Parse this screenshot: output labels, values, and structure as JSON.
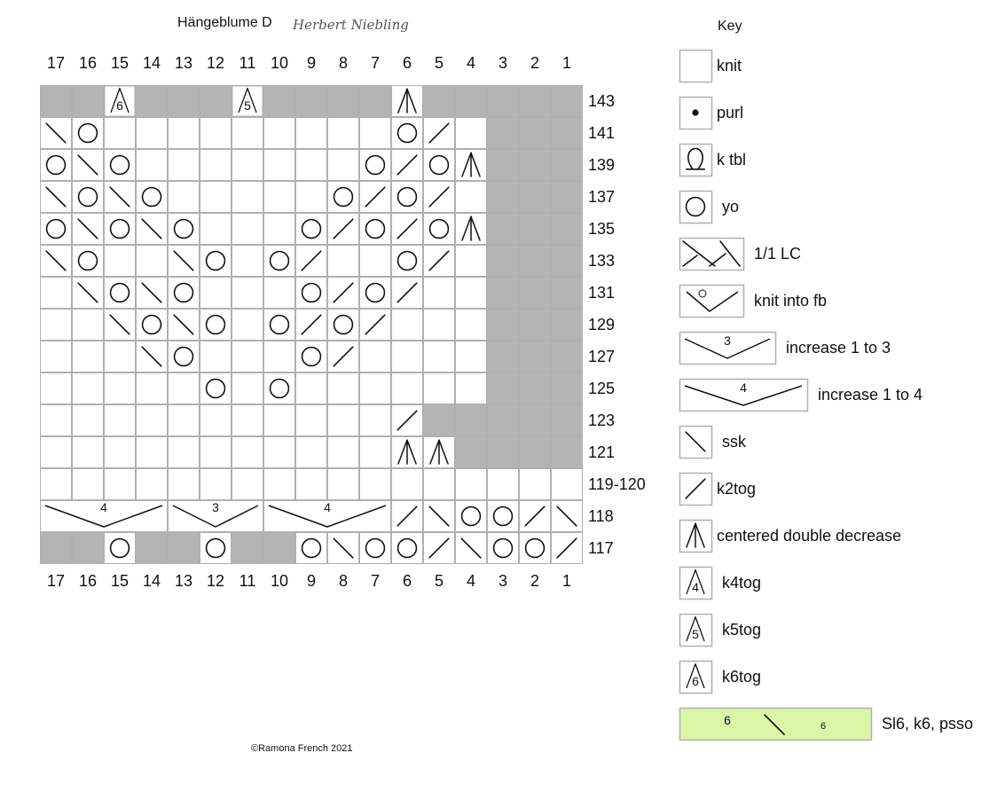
{
  "header": {
    "title": "Hängeblume D",
    "designer": "Herbert Niebling"
  },
  "chart": {
    "columns_top": [
      "17",
      "16",
      "15",
      "14",
      "13",
      "12",
      "11",
      "10",
      "9",
      "8",
      "7",
      "6",
      "5",
      "4",
      "3",
      "2",
      "1"
    ],
    "columns_bottom": [
      "17",
      "16",
      "15",
      "14",
      "13",
      "12",
      "11",
      "10",
      "9",
      "8",
      "7",
      "6",
      "5",
      "4",
      "3",
      "2",
      "1"
    ],
    "rows": [
      {
        "label": "143",
        "cells": [
          "X",
          "X",
          "k6tog",
          "X",
          "X",
          "X",
          "k5tog",
          "X",
          "X",
          "X",
          "X",
          "cdd",
          "X",
          "X",
          "X",
          "X",
          "X"
        ]
      },
      {
        "label": "141",
        "cells": [
          "ssk",
          "yo",
          "",
          "",
          "",
          "",
          "",
          "",
          "",
          "",
          "",
          "yo",
          "k2tog",
          "",
          "X",
          "X",
          "X"
        ]
      },
      {
        "label": "139",
        "cells": [
          "yo",
          "ssk",
          "yo",
          "",
          "",
          "",
          "",
          "",
          "",
          "",
          "yo",
          "k2tog",
          "yo",
          "cdd",
          "X",
          "X",
          "X"
        ]
      },
      {
        "label": "137",
        "cells": [
          "ssk",
          "yo",
          "ssk",
          "yo",
          "",
          "",
          "",
          "",
          "",
          "yo",
          "k2tog",
          "yo",
          "k2tog",
          "",
          "X",
          "X",
          "X"
        ]
      },
      {
        "label": "135",
        "cells": [
          "yo",
          "ssk",
          "yo",
          "ssk",
          "yo",
          "",
          "",
          "",
          "yo",
          "k2tog",
          "yo",
          "k2tog",
          "yo",
          "cdd",
          "X",
          "X",
          "X"
        ]
      },
      {
        "label": "133",
        "cells": [
          "ssk",
          "yo",
          "",
          "",
          "ssk",
          "yo",
          "",
          "yo",
          "k2tog",
          "",
          "",
          "yo",
          "k2tog",
          "",
          "X",
          "X",
          "X"
        ]
      },
      {
        "label": "131",
        "cells": [
          "",
          "ssk",
          "yo",
          "ssk",
          "yo",
          "",
          "",
          "",
          "yo",
          "k2tog",
          "yo",
          "k2tog",
          "",
          "",
          "X",
          "X",
          "X"
        ]
      },
      {
        "label": "129",
        "cells": [
          "",
          "",
          "ssk",
          "yo",
          "ssk",
          "yo",
          "",
          "yo",
          "k2tog",
          "yo",
          "k2tog",
          "",
          "",
          "",
          "X",
          "X",
          "X"
        ]
      },
      {
        "label": "127",
        "cells": [
          "",
          "",
          "",
          "ssk",
          "yo",
          "",
          "",
          "",
          "yo",
          "k2tog",
          "",
          "",
          "",
          "",
          "X",
          "X",
          "X"
        ]
      },
      {
        "label": "125",
        "cells": [
          "",
          "",
          "",
          "",
          "",
          "yo",
          "",
          "yo",
          "",
          "",
          "",
          "",
          "",
          "",
          "X",
          "X",
          "X"
        ]
      },
      {
        "label": "123",
        "cells": [
          "",
          "",
          "",
          "",
          "",
          "",
          "",
          "",
          "",
          "",
          "",
          "k2tog",
          "X",
          "X",
          "X",
          "X",
          "X"
        ]
      },
      {
        "label": "121",
        "cells": [
          "",
          "",
          "",
          "",
          "",
          "",
          "",
          "",
          "",
          "",
          "",
          "cdd",
          "cdd",
          "X",
          "X",
          "X",
          "X"
        ]
      },
      {
        "label": "119-120",
        "cells": [
          "",
          "",
          "",
          "",
          "",
          "",
          "",
          "",
          "",
          "",
          "",
          "",
          "",
          "",
          "",
          "",
          ""
        ]
      },
      {
        "label": "118",
        "cells": [
          "inc4",
          "inc4",
          "inc4",
          "inc4",
          "inc3",
          "inc3",
          "inc3",
          "inc4",
          "inc4",
          "inc4",
          "inc4",
          "k2tog",
          "ssk",
          "yo",
          "yo",
          "k2tog",
          "ssk"
        ]
      },
      {
        "label": "117",
        "cells": [
          "X",
          "X",
          "yo",
          "X",
          "X",
          "yo",
          "X",
          "X",
          "yo",
          "ssk",
          "yo",
          "yo",
          "k2tog",
          "ssk",
          "yo",
          "yo",
          "k2tog"
        ]
      }
    ],
    "spans": [
      {
        "row": 13,
        "start": 0,
        "len": 4,
        "text": "4"
      },
      {
        "row": 13,
        "start": 4,
        "len": 3,
        "text": "3"
      },
      {
        "row": 13,
        "start": 7,
        "len": 4,
        "text": "4"
      }
    ],
    "tog_numbers": {
      "k4tog": "4",
      "k5tog": "5",
      "k6tog": "6"
    }
  },
  "key": {
    "title": "Key",
    "items": [
      {
        "symbol": "knit",
        "label": "knit"
      },
      {
        "symbol": "purl",
        "label": "purl"
      },
      {
        "symbol": "ktbl",
        "label": "k tbl"
      },
      {
        "symbol": "yo",
        "label": "yo"
      },
      {
        "symbol": "lc",
        "label": "1/1 LC"
      },
      {
        "symbol": "kfb",
        "label": "knit into fb"
      },
      {
        "symbol": "inc3",
        "label": "increase 1 to 3",
        "num": "3"
      },
      {
        "symbol": "inc4",
        "label": "increase 1 to 4",
        "num": "4"
      },
      {
        "symbol": "ssk",
        "label": "ssk"
      },
      {
        "symbol": "k2tog",
        "label": "k2tog"
      },
      {
        "symbol": "cdd",
        "label": "centered double decrease"
      },
      {
        "symbol": "k4tog",
        "label": "k4tog",
        "num": "4"
      },
      {
        "symbol": "k5tog",
        "label": "k5tog",
        "num": "5"
      },
      {
        "symbol": "k6tog",
        "label": "k6tog",
        "num": "6"
      },
      {
        "symbol": "sl6",
        "label": "Sl6, k6, psso",
        "num_left": "6",
        "num_right": "6"
      }
    ]
  },
  "footer": {
    "copyright": "©Ramona French 2021"
  },
  "colors": {
    "no_stitch": "#b4b4b4",
    "grid_line": "#b0b0b0",
    "cell_bg": "#ffffff",
    "stroke": "#111111",
    "highlight": "#d9f5a6"
  }
}
